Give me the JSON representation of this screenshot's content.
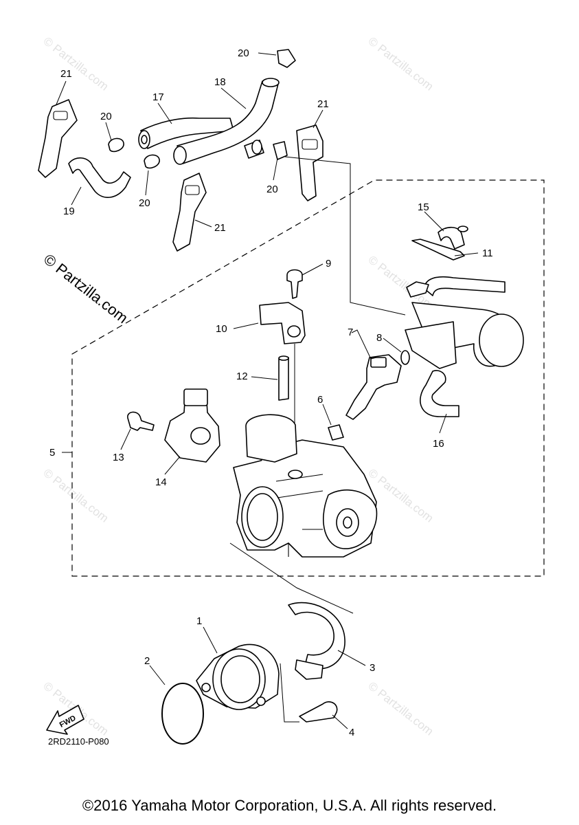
{
  "callouts": {
    "p1": "1",
    "p2": "2",
    "p3": "3",
    "p4": "4",
    "p5": "5",
    "p6": "6",
    "p7": "7",
    "p8": "8",
    "p9": "9",
    "p10": "10",
    "p11": "11",
    "p12": "12",
    "p13": "13",
    "p14": "14",
    "p15": "15",
    "p16": "16",
    "p17": "17",
    "p18": "18",
    "p19": "19",
    "p20a": "20",
    "p20b": "20",
    "p20c": "20",
    "p20d": "20",
    "p21a": "21",
    "p21b": "21",
    "p21c": "21"
  },
  "fwd_label": "FWD",
  "diagram_code": "2RD2110-P080",
  "watermark": {
    "text": "© Partzilla.com",
    "large_text": "© Partzilla.com"
  },
  "copyright": "©2016 Yamaha Motor Corporation, U.S.A. All rights reserved."
}
